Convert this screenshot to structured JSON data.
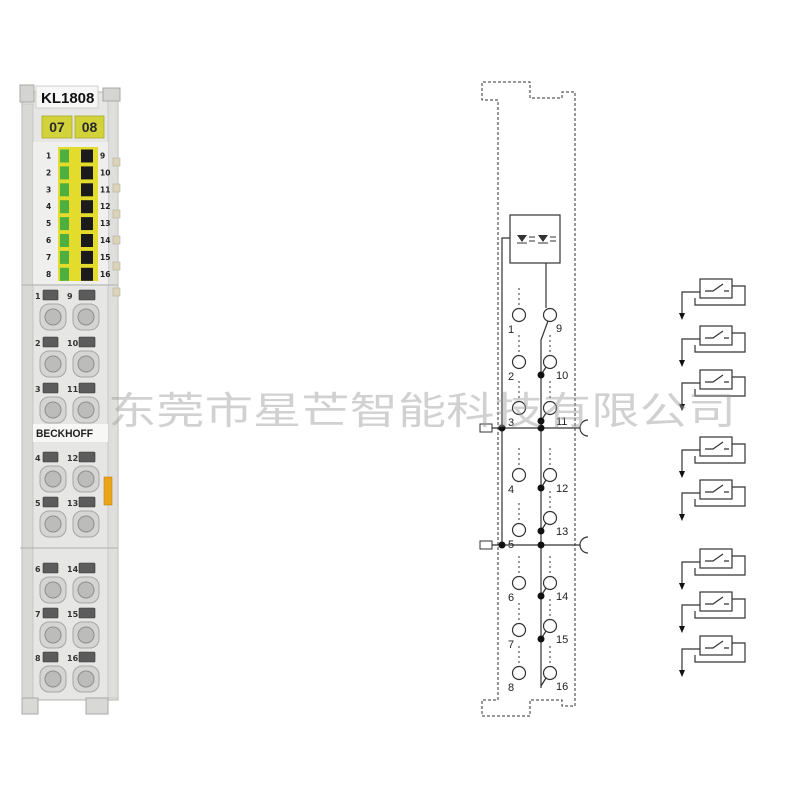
{
  "module": {
    "model": "KL1808",
    "channel_labels": [
      "07",
      "08"
    ],
    "led_left_numbers": [
      "1",
      "2",
      "3",
      "4",
      "5",
      "6",
      "7",
      "8"
    ],
    "led_right_numbers": [
      "9",
      "10",
      "11",
      "12",
      "13",
      "14",
      "15",
      "16"
    ],
    "brand": "BECKHOFF",
    "terminal_rows": [
      {
        "left": "1",
        "right": "9"
      },
      {
        "left": "2",
        "right": "10"
      },
      {
        "left": "3",
        "right": "11"
      },
      {
        "left": "4",
        "right": "12"
      },
      {
        "left": "5",
        "right": "13"
      },
      {
        "left": "6",
        "right": "14"
      },
      {
        "left": "7",
        "right": "15"
      },
      {
        "left": "8",
        "right": "16"
      }
    ]
  },
  "circuit": {
    "left_terminals": [
      "1",
      "2",
      "3",
      "4",
      "5",
      "6",
      "7",
      "8"
    ],
    "right_terminals": [
      "9",
      "10",
      "11",
      "12",
      "13",
      "14",
      "15",
      "16"
    ]
  },
  "switch_count": 8,
  "watermark": "东莞市星芒智能科技有限公司",
  "colors": {
    "module_body": "#e6e6e4",
    "channel_label": "#d2d23a",
    "led_frame": "#e3dc2c",
    "led_on": "#4caf3f",
    "led_off": "#1b1b1b",
    "orange_tab": "#e9a41a",
    "latch_tab": "#dcd4b8"
  }
}
